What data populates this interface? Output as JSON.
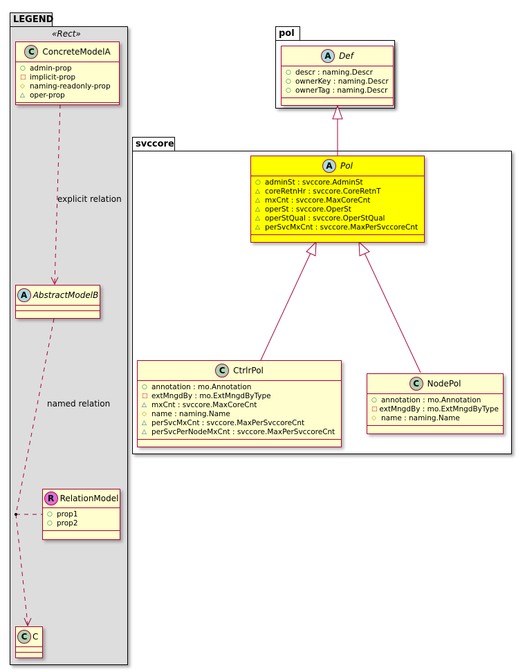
{
  "colors": {
    "border": "#A80036",
    "class_fill": "#FEFECE",
    "highlight_fill": "#FFFF00",
    "legend_fill": "#DDDDDD",
    "public": "#038048",
    "private": "#C82930",
    "protected": "#B38D22",
    "package": "#1963A0"
  },
  "legend": {
    "package_name": "LEGEND",
    "stereotype": "«Rect»",
    "concrete": {
      "spot": "C",
      "name": "ConcreteModelA",
      "attrs": [
        {
          "vis": "○",
          "kind": "pub",
          "text": "admin-prop"
        },
        {
          "vis": "□",
          "kind": "priv",
          "text": "implicit-prop"
        },
        {
          "vis": "◇",
          "kind": "prot",
          "text": "naming-readonly-prop"
        },
        {
          "vis": "△",
          "kind": "pkg",
          "text": "oper-prop"
        }
      ]
    },
    "explicit_relation_label": "explicit relation",
    "abstract": {
      "spot": "A",
      "name": "AbstractModelB"
    },
    "named_relation_label": "named relation",
    "relation_model": {
      "spot": "R",
      "name": "RelationModel",
      "attrs": [
        {
          "vis": "○",
          "kind": "pub",
          "text": "prop1"
        },
        {
          "vis": "○",
          "kind": "pub",
          "text": "prop2"
        }
      ]
    },
    "c_class": {
      "spot": "C",
      "name": "C"
    }
  },
  "pol_package": {
    "name": "pol",
    "def": {
      "spot": "A",
      "name": "Def",
      "attrs": [
        {
          "vis": "○",
          "kind": "pub",
          "text": "descr : naming.Descr"
        },
        {
          "vis": "○",
          "kind": "pub",
          "text": "ownerKey : naming.Descr"
        },
        {
          "vis": "○",
          "kind": "pub",
          "text": "ownerTag : naming.Descr"
        }
      ]
    }
  },
  "svccore_package": {
    "name": "svccore",
    "pol": {
      "spot": "A",
      "name": "Pol",
      "attrs": [
        {
          "vis": "○",
          "kind": "pub",
          "text": "adminSt : svccore.AdminSt"
        },
        {
          "vis": "△",
          "kind": "pkg",
          "text": "coreRetnHr : svccore.CoreRetnT"
        },
        {
          "vis": "△",
          "kind": "pkg",
          "text": "mxCnt : svccore.MaxCoreCnt"
        },
        {
          "vis": "△",
          "kind": "pkg",
          "text": "operSt : svccore.OperSt"
        },
        {
          "vis": "△",
          "kind": "pkg",
          "text": "operStQual : svccore.OperStQual"
        },
        {
          "vis": "△",
          "kind": "pkg",
          "text": "perSvcMxCnt : svccore.MaxPerSvccoreCnt"
        }
      ]
    },
    "ctrlrpol": {
      "spot": "C",
      "name": "CtrlrPol",
      "attrs": [
        {
          "vis": "○",
          "kind": "pub",
          "text": "annotation : mo.Annotation"
        },
        {
          "vis": "□",
          "kind": "priv",
          "text": "extMngdBy : mo.ExtMngdByType"
        },
        {
          "vis": "△",
          "kind": "pkg",
          "text": "mxCnt : svccore.MaxCoreCnt"
        },
        {
          "vis": "◇",
          "kind": "prot",
          "text": "name : naming.Name"
        },
        {
          "vis": "△",
          "kind": "pkg",
          "text": "perSvcMxCnt : svccore.MaxPerSvccoreCnt"
        },
        {
          "vis": "△",
          "kind": "pkg",
          "text": "perSvcPerNodeMxCnt : svccore.MaxPerSvccoreCnt"
        }
      ]
    },
    "nodepol": {
      "spot": "C",
      "name": "NodePol",
      "attrs": [
        {
          "vis": "○",
          "kind": "pub",
          "text": "annotation : mo.Annotation"
        },
        {
          "vis": "□",
          "kind": "priv",
          "text": "extMngdBy : mo.ExtMngdByType"
        },
        {
          "vis": "◇",
          "kind": "prot",
          "text": "name : naming.Name"
        }
      ]
    }
  }
}
